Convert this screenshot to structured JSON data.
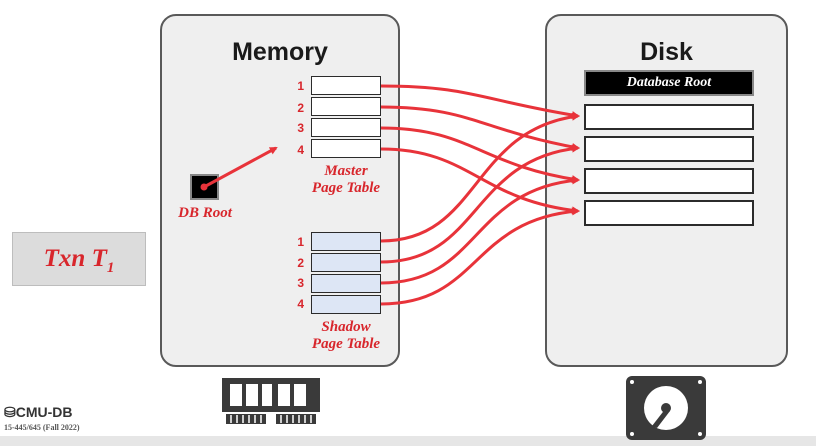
{
  "memory": {
    "title": "Memory",
    "master_table": {
      "rows": [
        "1",
        "2",
        "3",
        "4"
      ],
      "label_line1": "Master",
      "label_line2": "Page Table"
    },
    "shadow_table": {
      "rows": [
        "1",
        "2",
        "3",
        "4"
      ],
      "label_line1": "Shadow",
      "label_line2": "Page Table"
    },
    "db_root_label": "DB Root",
    "icon": "ram-chip-icon"
  },
  "disk": {
    "title": "Disk",
    "database_root_label": "Database Root",
    "icon": "hard-drive-icon"
  },
  "transaction": {
    "label": "Txn T",
    "subscript": "1"
  },
  "footer": {
    "logo": "CMU-DB",
    "course": "15-445/645 (Fall 2022)"
  },
  "colors": {
    "accent": "#d8262c",
    "panel_bg": "#efefef",
    "shadow_cell": "#dde6f5"
  }
}
